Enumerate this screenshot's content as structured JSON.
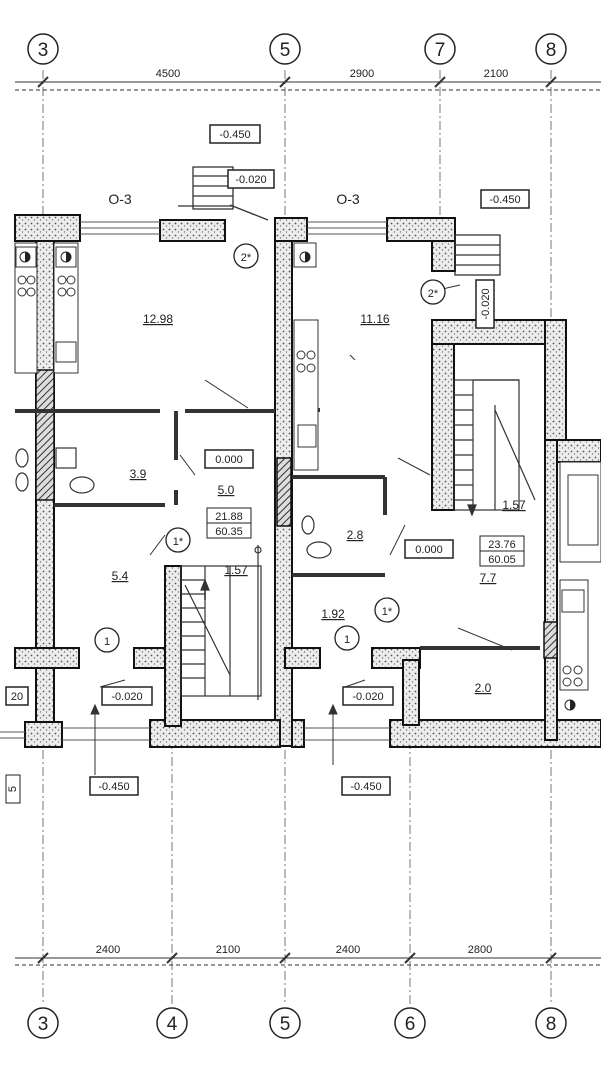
{
  "axes": {
    "top": [
      "3",
      "5",
      "7",
      "8"
    ],
    "bottom": [
      "3",
      "4",
      "5",
      "6",
      "8"
    ]
  },
  "dimensions": {
    "top": [
      "4500",
      "2900",
      "2100"
    ],
    "bottom": [
      "2400",
      "2100",
      "2400",
      "2800"
    ]
  },
  "room_codes": [
    "О-3",
    "О-3"
  ],
  "room_areas": [
    "12.98",
    "11.16",
    "3.9",
    "5.0",
    "5.4",
    "2.8",
    "7.7",
    "2.0",
    "1.92",
    "1.57",
    "1.57"
  ],
  "apartment_totals": {
    "left": [
      "21.88",
      "60.35"
    ],
    "right": [
      "23.76",
      "60.05"
    ]
  },
  "level_marks": {
    "top_left": "-0.450",
    "top_left_landing": "-0.020",
    "top_right": "-0.450",
    "floor_left": "0.000",
    "floor_right": "0.000",
    "entry_left": "-0.020",
    "entry_right": "-0.020",
    "ground_left": "-0.450",
    "ground_right": "-0.450",
    "stair_landing": "-0.020"
  },
  "stair_marks": [
    "1",
    "1",
    "1*",
    "1*",
    "2*",
    "2*"
  ],
  "edge_fragments": [
    "20",
    "5"
  ]
}
